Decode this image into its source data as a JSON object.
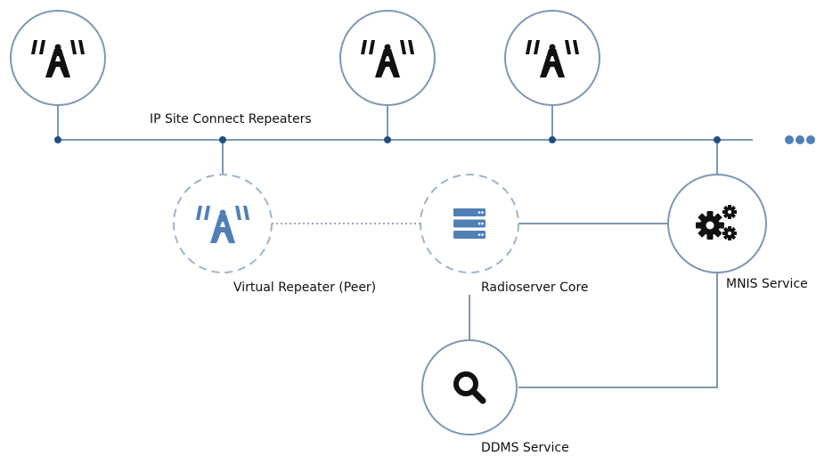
{
  "colors": {
    "line": "#7f97b3",
    "dot": "#1f4e82",
    "accent": "#4f7fb5",
    "icon": "#111111",
    "dashed_border": "#9fb4cb"
  },
  "labels": {
    "bus": "IP Site Connect Repeaters",
    "virtual_repeater": "Virtual Repeater (Peer)",
    "radioserver_core": "Radioserver Core",
    "mnis_service": "MNIS Service",
    "ddms_service": "DDMS Service"
  },
  "icons": {
    "repeater": "radio-tower-icon",
    "virtual_repeater": "radio-tower-icon",
    "radioserver": "server-icon",
    "mnis": "gears-icon",
    "ddms": "magnifier-icon",
    "more": "ellipsis-icon"
  }
}
